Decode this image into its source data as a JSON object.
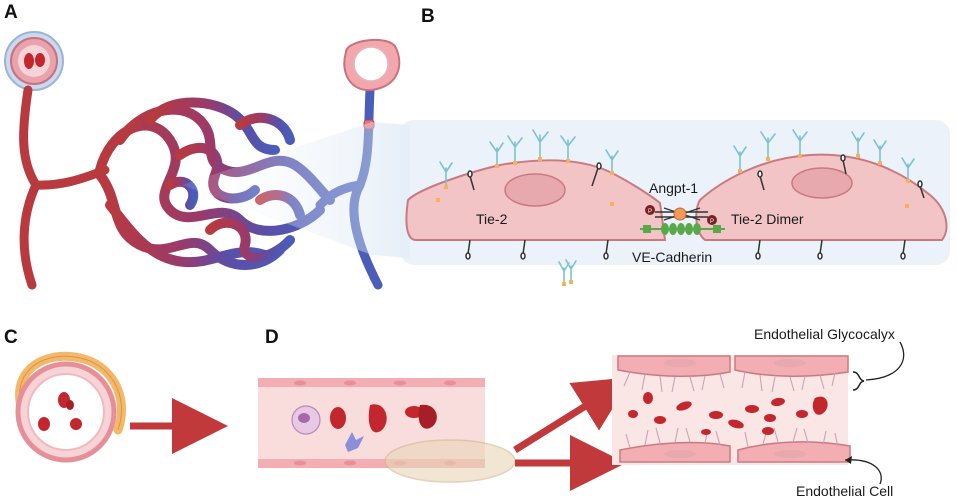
{
  "panels": {
    "a": "A",
    "b": "B",
    "c": "C",
    "d": "D"
  },
  "labels": {
    "tie2": "Tie-2",
    "angpt1": "Angpt-1",
    "tie2_dimer": "Tie-2 Dimer",
    "ve_cadherin": "VE-Cadherin",
    "endothelial_glycocalyx": "Endothelial Glycocalyx",
    "endothelial_cell": "Endothelial Cell",
    "phospho": "P"
  },
  "colors": {
    "artery": "#b83a3e",
    "vein": "#4a5db8",
    "cell_fill": "#f2c4c6",
    "cell_stroke": "#c97a80",
    "nucleus": "#e7a9ad",
    "glycocalyx": "#7cc3cf",
    "red_cell": "#c4262e",
    "arrow": "#c1393a",
    "pericyte": "#f4b86a",
    "ve_cadherin": "#5aa84a",
    "angpt": "#f29a5c",
    "lens": "#cfe0f0"
  }
}
